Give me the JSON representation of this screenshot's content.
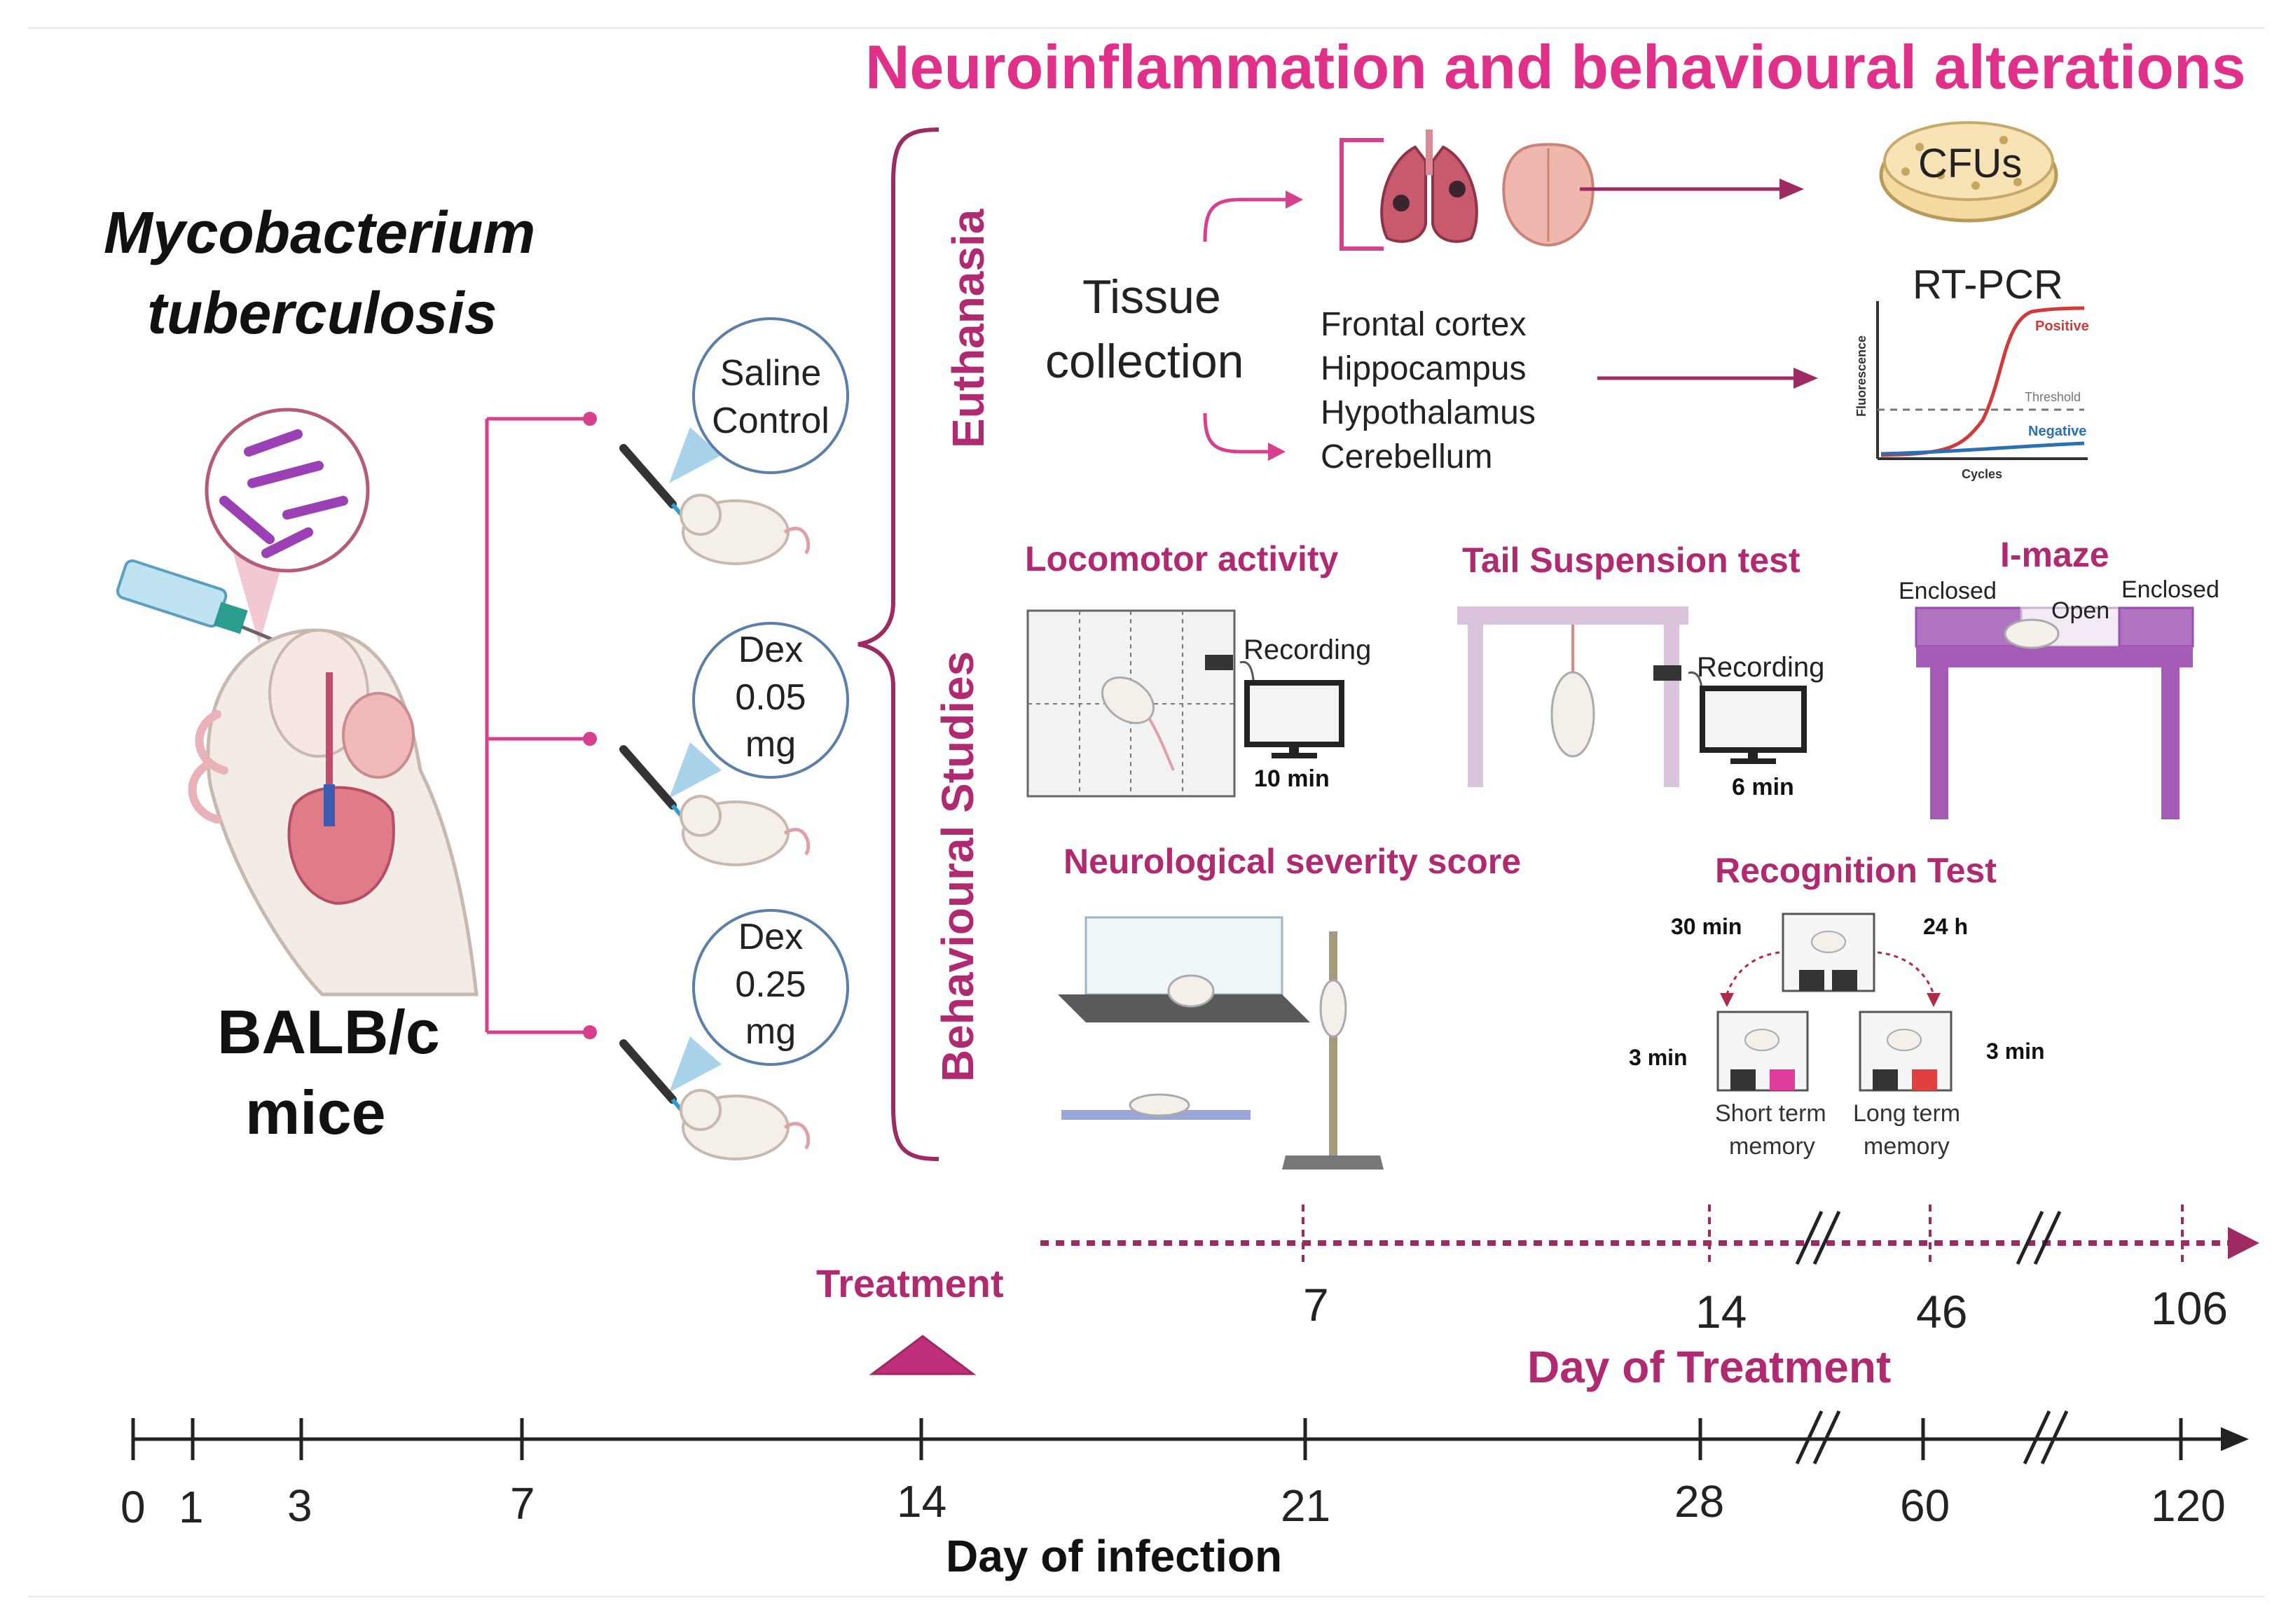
{
  "title": "Neuroinflammation and behavioural alterations",
  "infection": {
    "organism_line1": "Mycobacterium",
    "organism_line2": "tuberculosis",
    "mice_line1": "BALB/c",
    "mice_line2": "mice"
  },
  "groups": [
    {
      "line1": "Saline",
      "line2": "Control",
      "line3": ""
    },
    {
      "line1": "Dex",
      "line2": "0.05",
      "line3": "mg"
    },
    {
      "line1": "Dex",
      "line2": "0.25",
      "line3": "mg"
    }
  ],
  "euthanasia": {
    "label": "Euthanasia",
    "tissue_line1": "Tissue",
    "tissue_line2": "collection",
    "regions": [
      "Frontal cortex",
      "Hippocampus",
      "Hypothalamus",
      "Cerebellum"
    ],
    "cfu_label": "CFUs",
    "rtpcr_label": "RT-PCR",
    "rtpcr_positive": "Positive",
    "rtpcr_threshold": "Threshold",
    "rtpcr_negative": "Negative",
    "rtpcr_ylabel": "Fluorescence",
    "rtpcr_xlabel": "Cycles"
  },
  "behaviour": {
    "label": "Behavioural Studies",
    "locomotor": {
      "title": "Locomotor activity",
      "recording": "Recording",
      "duration": "10 min"
    },
    "tail": {
      "title": "Tail Suspension test",
      "recording": "Recording",
      "duration": "6 min"
    },
    "imaze": {
      "title": "I-maze",
      "enclosed_left": "Enclosed",
      "open": "Open",
      "enclosed_right": "Enclosed"
    },
    "nss": {
      "title": "Neurological severity score"
    },
    "recognition": {
      "title": "Recognition Test",
      "t30": "30 min",
      "t24": "24 h",
      "t3a": "3 min",
      "t3b": "3 min",
      "short_line1": "Short term",
      "short_line2": "memory",
      "long_line1": "Long term",
      "long_line2": "memory"
    }
  },
  "treatment_axis": {
    "treatment_label": "Treatment",
    "title": "Day of Treatment",
    "ticks": [
      "7",
      "14",
      "46",
      "106"
    ]
  },
  "infection_axis": {
    "title": "Day of infection",
    "ticks": [
      "0",
      "1",
      "3",
      "7",
      "14",
      "21",
      "28",
      "60",
      "120"
    ]
  },
  "colors": {
    "title_pink": "#e0308a",
    "magenta": "#b02a72",
    "line_pink": "#d6408e",
    "purple": "#9b59b6"
  }
}
